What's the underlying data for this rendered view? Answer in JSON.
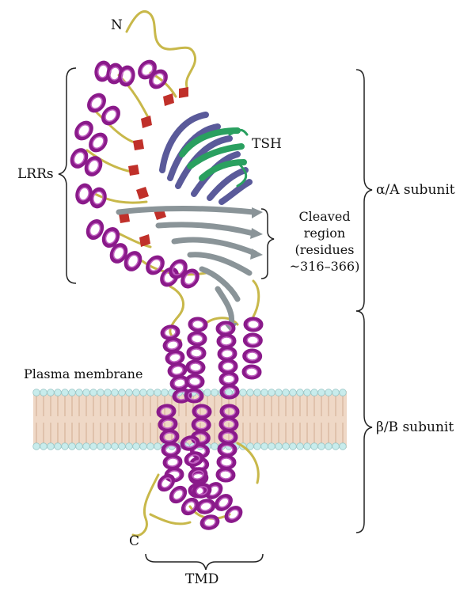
{
  "labels": {
    "n_terminus": "N",
    "c_terminus": "C",
    "lrrs": "LRRs",
    "tsh": "TSH",
    "cleaved_region": [
      "Cleaved",
      "region",
      "(residues",
      "~316–366)"
    ],
    "alpha_subunit": "α/A subunit",
    "beta_subunit": "β/B subunit",
    "plasma_membrane": "Plasma membrane",
    "tmd": "TMD"
  },
  "colors": {
    "helix": "#8a1a8a",
    "helix_light": "#c060c0",
    "loop": "#c8b84a",
    "strand_red": "#c0302a",
    "tsh_blue": "#5a5a9a",
    "tsh_green": "#2aa060",
    "cleaved_gray": "#8a9498",
    "lipid_head": "#c8ecec",
    "lipid_tail": "#e8c8b0",
    "bracket": "#222222"
  }
}
